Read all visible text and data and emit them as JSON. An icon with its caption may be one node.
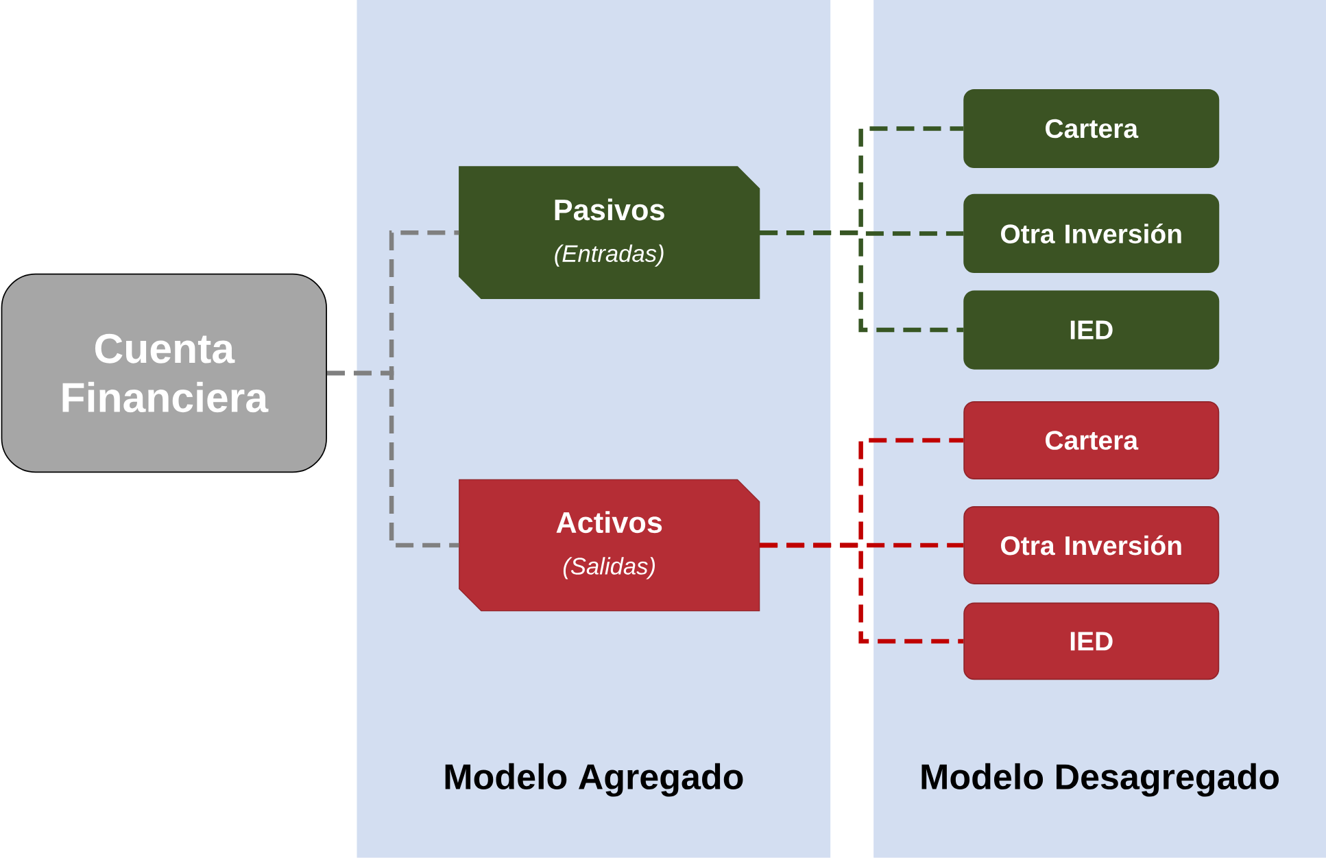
{
  "diagram": {
    "nodes": [
      {
        "text": [
          "Modelo Agregado"
        ]
      },
      {
        "text": [
          "Modelo Desagregado"
        ]
      },
      {
        "text": [
          "Cuenta Financiera"
        ]
      },
      {
        "text": [
          "Pasivos",
          "(Entradas)"
        ],
        "in": 0
      },
      {
        "text": [
          "Activos",
          "(Salidas)"
        ],
        "in": 0
      },
      {
        "text": [
          "Cartera"
        ],
        "in": 1
      },
      {
        "text": [
          "Otra Inversión"
        ],
        "in": 1
      },
      {
        "text": [
          "IED"
        ],
        "in": 1
      },
      {
        "text": [
          "Cartera"
        ],
        "in": 1
      },
      {
        "text": [
          "Otra Inversión"
        ],
        "in": 1
      },
      {
        "text": [
          "IED"
        ],
        "in": 1
      }
    ],
    "edges": [
      {
        "from": 2,
        "to": 3,
        "arrow": "none",
        "style": "dashed",
        "color": "#808080"
      },
      {
        "from": 2,
        "to": 4,
        "arrow": "none",
        "style": "dashed",
        "color": "#808080"
      },
      {
        "from": 3,
        "to": 5,
        "arrow": "none",
        "style": "dashed",
        "color": "#375623"
      },
      {
        "from": 3,
        "to": 6,
        "arrow": "none",
        "style": "dashed",
        "color": "#375623"
      },
      {
        "from": 3,
        "to": 7,
        "arrow": "none",
        "style": "dashed",
        "color": "#375623"
      },
      {
        "from": 4,
        "to": 8,
        "arrow": "none",
        "style": "dashed",
        "color": "#c00000"
      },
      {
        "from": 4,
        "to": 9,
        "arrow": "none",
        "style": "dashed",
        "color": "#c00000"
      },
      {
        "from": 4,
        "to": 10,
        "arrow": "none",
        "style": "dashed",
        "color": "#c00000"
      }
    ]
  }
}
